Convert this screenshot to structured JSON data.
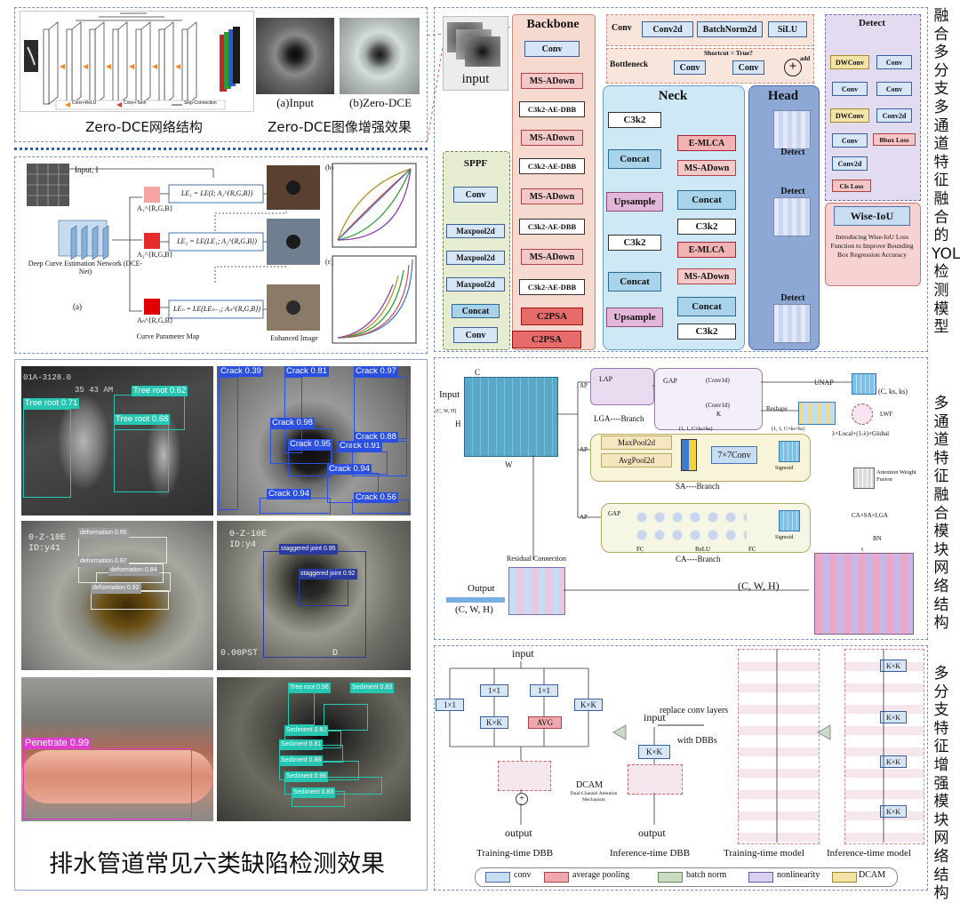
{
  "side_titles": {
    "top": "融合多分支多通道特征融合的YOLO检测模型",
    "middle": "多通道特征融合模块网络结构",
    "bottom": "多分支特征增强模块网络结构"
  },
  "zero_dce": {
    "net_caption": "Zero-DCE网络结构",
    "effect_caption": "Zero-DCE图像增强效果",
    "label_input": "(a)Input",
    "label_zero_dce": "(b)Zero-DCE",
    "legend": [
      "Conv+ReLU",
      "Conv+Tanh",
      "Skip-Connection"
    ],
    "input_label": "Input, I",
    "dce_net": "Deep Curve Estimation Network (DCE-Net)",
    "curve_map": "Curve Parameter Map",
    "enhanced": "Enhanced Image",
    "label_a": "(a)",
    "label_b": "(b)",
    "label_c": "(c)",
    "le1": "LE₁ = LE(I; A₁^{R,G,B})",
    "le2": "LE₂ = LE(LE₁; A₂^{R,G,B})",
    "len": "LEₙ = LE(LEₙ₋₁; Aₙ^{R,G,B})",
    "a1": "A₁^{R,G,B}",
    "a2": "A₂^{R,G,B}",
    "an": "Aₙ^{R,G,B}"
  },
  "yolo": {
    "input": "input",
    "backbone": "Backbone",
    "neck": "Neck",
    "head": "Head",
    "spff": "SPPF",
    "backbone_blocks": [
      "Conv",
      "MS-ADown",
      "C3k2-AE-DBB",
      "MS-ADown",
      "C3k2-AE-DBB",
      "MS-ADown",
      "C3k2-AE-DBB",
      "MS-ADown",
      "C3k2-AE-DBB",
      "C2PSA"
    ],
    "spff_blocks": [
      "Conv",
      "Maxpool2d",
      "Maxpool2d",
      "Maxpool2d",
      "Concat",
      "Conv"
    ],
    "neck_left": [
      "C3k2",
      "Concat",
      "Upsample",
      "C3k2",
      "Concat",
      "Upsample"
    ],
    "neck_right": [
      "E-MLCA",
      "MS-ADown",
      "Concat",
      "C3k2",
      "E-MLCA",
      "MS-ADown",
      "Concat",
      "C3k2"
    ],
    "c2psa": "C2PSA",
    "detect": "Detect",
    "conv_row": [
      "Conv",
      "Conv2d",
      "BatchNorm2d",
      "SiLU"
    ],
    "bottleneck": "Bottleneck",
    "bottleneck_blocks": [
      "Conv",
      "Conv"
    ],
    "shortcut": "Shortcut = True?",
    "add": "add",
    "detect_panel": {
      "title": "Detect",
      "left": [
        "DWConv",
        "Conv",
        "DWConv",
        "Conv",
        "Conv2d",
        "Cls Loss"
      ],
      "right": [
        "Conv",
        "Conv",
        "Conv2d",
        "Bbox Loss"
      ]
    },
    "wiou": "Wise-IoU",
    "wiou_desc": "Introducing Wise-IoU Loss Function to Improve Bounding Box Regression Accuracy"
  },
  "mcf": {
    "input": "Input",
    "input_dims": "(C, W, H)",
    "c": "C",
    "h": "H",
    "w": "W",
    "ap": "AP",
    "lap": "LAP",
    "lga": "LGA----Branch",
    "gap": "GAP",
    "conv1d": "(Conv1d)",
    "k": "K",
    "unap": "UNAP",
    "reshape": "Reshape",
    "dims1": "(1, 1, C×ks×ks)",
    "dims2": "(1, 1, C×ks×ks)",
    "ckk": "(C, ks, ks)",
    "lwf": "LWF",
    "lambda": "λ×Local+(1-λ)×Global",
    "maxpool": "MaxPool2d",
    "avgpool": "AvgPool2d",
    "conv77": "7×7Conv",
    "sigmoid": "Sigmoid",
    "sa": "SA----Branch",
    "fc": "FC",
    "relu": "ReLU",
    "ca": "CA----Branch",
    "attn": "Attention Weight Fusion",
    "product": "CA×SA×LGA",
    "bn": "BN",
    "residual": "Residual Connection",
    "output": "Output",
    "output_dims": "(C, W, H)",
    "right_dims": "(C,  W,  H)"
  },
  "dbb": {
    "input": "input",
    "output": "output",
    "b1x1": "1×1",
    "kxk": "K×K",
    "avg": "AVG",
    "dcam": "DCAM",
    "dcam_full": "Dual-Channel Attention Mechanism",
    "replace": "replace conv layers",
    "with": "with DBBs",
    "cap1": "Training-time DBB",
    "cap2": "Inference-time DBB",
    "cap3": "Training-time model",
    "cap4": "Inference-time model",
    "legend": [
      "conv",
      "average pooling",
      "batch norm",
      "nonlinearity",
      "DCAM"
    ]
  },
  "defects": {
    "caption": "排水管道常见六类缺陷检测效果",
    "img1": [
      "Tree root 0.71",
      "Tree root 0.62",
      "Tree root 0.68"
    ],
    "img1_overlay": [
      "01A-3128.0",
      "",
      "35 43 AM"
    ],
    "img2": [
      "Crack 0.39",
      "Crack 0.81",
      "Crack 0.97",
      "Crack 0.98",
      "Crack 0.95",
      "Crack 0.91",
      "Crack 0.88",
      "Crack 0.94",
      "Crack 0.94",
      "Crack 0.56"
    ],
    "img3_overlay": [
      "0-Z-10E",
      "ID:y41"
    ],
    "img3": [
      "deformation 0.95",
      "deformation 0.97",
      "deformation 0.84",
      "deformation 0.92"
    ],
    "img4_overlay": [
      "0-Z-10E",
      "ID:y4",
      "0.00PST",
      "D"
    ],
    "img4": [
      "staggered joint 0.95",
      "staggered joint 0.92"
    ],
    "img5": [
      "Penetrate 0.99"
    ],
    "img6": [
      "Tree root 0.56",
      "Sediment 0.82",
      "Sediment 0.81",
      "Sediment 0.88",
      "Sediment 0.96",
      "Sediment 0.83",
      "Sediment 0.83"
    ]
  },
  "colors": {
    "conv": "#d7e6f6",
    "down": "#f3c9c9",
    "concat": "#a9d3ea",
    "upsample": "#e3b7d8",
    "psa": "#e86b6b",
    "backbone_bg": "#f6d9cf",
    "neck_bg": "#cfe8f5",
    "head_bg": "#8ea8d6",
    "spff_bg": "#e6ecd2"
  }
}
